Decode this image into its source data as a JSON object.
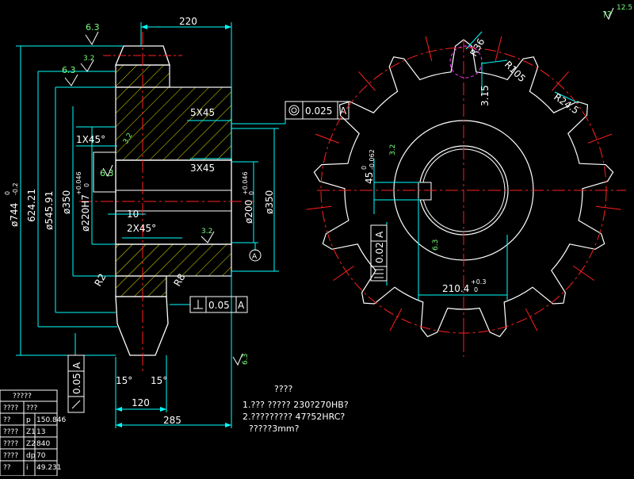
{
  "colors": {
    "background": "#000000",
    "outline": "#FFFFFF",
    "dimension": "#00FFFF",
    "centerline": "#FF2020",
    "hatch": "#E6E600",
    "annotation": "#33FF33"
  },
  "roughness": {
    "corner_label": "??",
    "corner_value": "12.5",
    "top_face": "6.3",
    "hub_face": "6.3",
    "hub_face_small": "3.2",
    "bore_chamfer": "3.2",
    "hub_lower": "3.2",
    "keyway": "3.2",
    "bore_inner": "6.3",
    "right_face": "6.3",
    "left_small": "6.3"
  },
  "dimensions": {
    "total_width": "220",
    "hub_chamfer": "5X45",
    "bore_chamfer": "3X45",
    "small_chamfer": "1X45°",
    "lower_chamfer": "2X45°",
    "keyway_depth": "10",
    "dia_outer": "ø744",
    "dia_outer_tol_upper": "0",
    "dia_outer_tol_lower": "-0.2",
    "dia_pitch": "624.21",
    "dia_root": "ø545.91",
    "dia_hub": "ø350",
    "dia_bore_tol": "ø220H7",
    "dia_bore_tol_upper": "+0.046",
    "dia_bore_tol_lower": "0",
    "dia_inner": "ø200",
    "dia_inner_tol_upper": "+0.046",
    "dia_inner_tol_lower": "0",
    "dia_right": "ø350",
    "radius_left": "R2",
    "radius_right": "R8",
    "angle_left": "15°",
    "angle_right": "15°",
    "tooth_width": "120",
    "overall_length": "285",
    "tooth_radius_1": "R36",
    "tooth_radius_2": "R105",
    "tooth_radius_3": "R24.5",
    "tooth_depth": "3.15",
    "keyway_width": "45",
    "keyway_width_tol_upper": "0",
    "keyway_width_tol_lower": "-0.062",
    "keyway_height": "210.4",
    "keyway_height_tol_upper": "+0.3",
    "keyway_height_tol_lower": "0"
  },
  "tolerances": {
    "concentricity": {
      "value": "0.025",
      "datum": "A"
    },
    "perpendicularity": {
      "value": "0.05",
      "datum": "A"
    },
    "runout_left": {
      "value": "0.05",
      "datum": "A"
    },
    "symmetry": {
      "value": "0.02",
      "datum": "A"
    },
    "datum_label": "A"
  },
  "notes": {
    "title": "????",
    "line1": "1.???  ?????  230?270HB?",
    "line2": "2.?????????  47?52HRC?",
    "line3": "?????3mm?"
  },
  "param_table": {
    "title": "?????",
    "rows": [
      [
        "????",
        "???",
        ""
      ],
      [
        "??",
        "p",
        "150.846"
      ],
      [
        "????",
        "Z1",
        "13"
      ],
      [
        "????",
        "Z2",
        "840"
      ],
      [
        "????",
        "dp",
        "70"
      ],
      [
        "??",
        "i",
        "49.231"
      ]
    ]
  }
}
